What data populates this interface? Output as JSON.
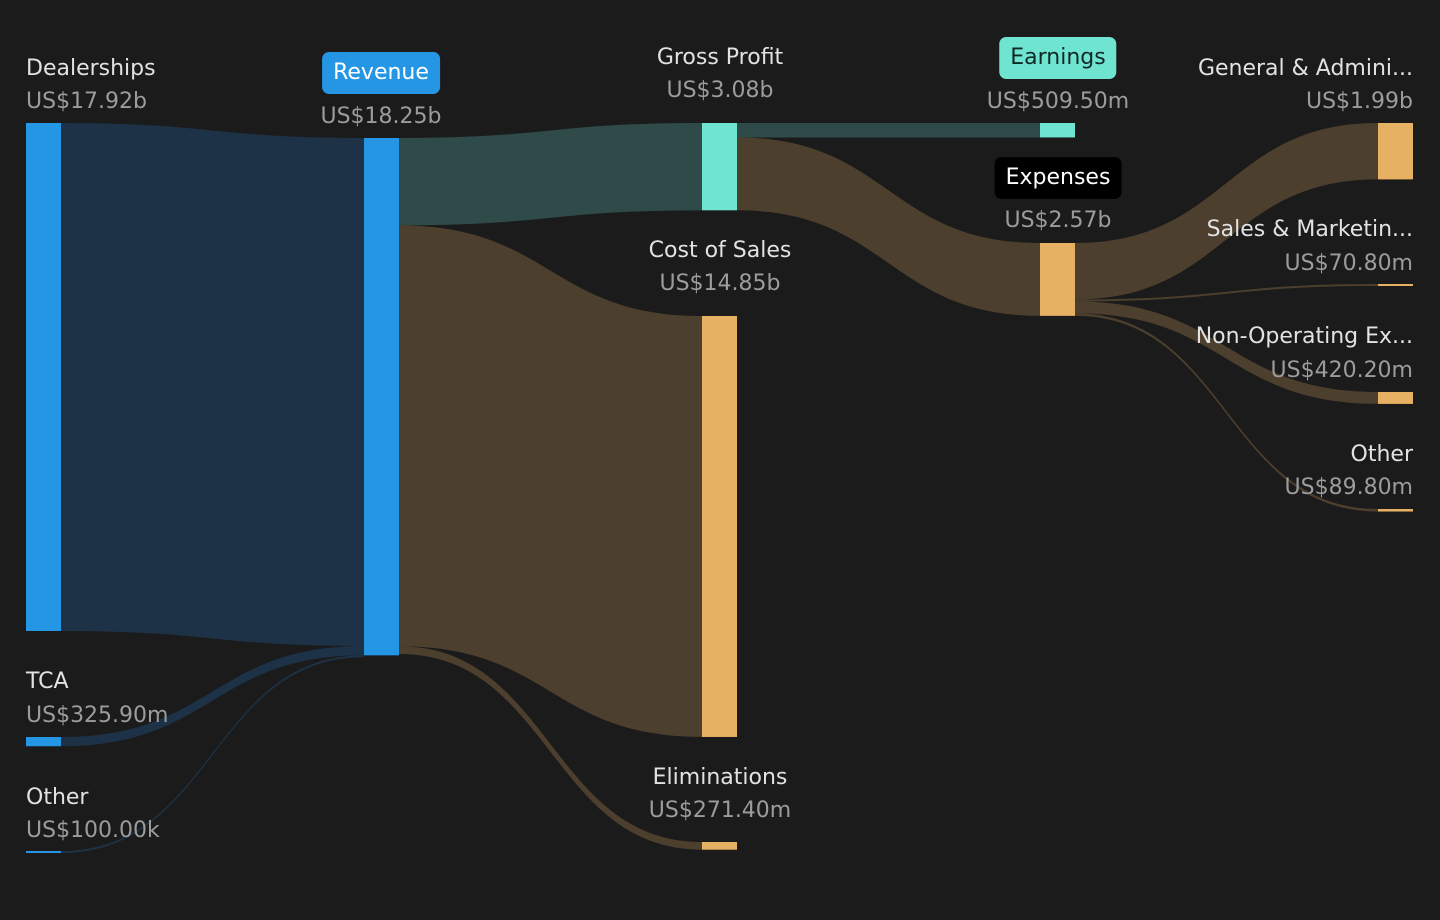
{
  "chart_data": {
    "type": "sankey",
    "colors": {
      "background": "#1b1b1b",
      "revenue": "#2496e4",
      "revenue_link": "#1d3247",
      "profit": "#6fe4d0",
      "profit_link": "#2f4b49",
      "cost": "#e6b162",
      "cost_link": "#4d3f2d",
      "earnings_pill": "#6fe4d0",
      "expenses_pill": "#000000",
      "revenue_pill": "#2496e4"
    },
    "nodes": [
      {
        "id": "dealerships",
        "name": "Dealerships",
        "value": 17920,
        "value_label": "US$17.92b",
        "color": "revenue"
      },
      {
        "id": "tca",
        "name": "TCA",
        "value": 325.9,
        "value_label": "US$325.90m",
        "color": "revenue"
      },
      {
        "id": "other_in",
        "name": "Other",
        "value": 0.1,
        "value_label": "US$100.00k",
        "color": "revenue"
      },
      {
        "id": "revenue",
        "name": "Revenue",
        "value": 18250,
        "value_label": "US$18.25b",
        "color": "revenue",
        "highlight": "revenue_pill"
      },
      {
        "id": "gross_profit",
        "name": "Gross Profit",
        "value": 3080,
        "value_label": "US$3.08b",
        "color": "profit"
      },
      {
        "id": "cost_of_sales",
        "name": "Cost of Sales",
        "value": 14850,
        "value_label": "US$14.85b",
        "color": "cost"
      },
      {
        "id": "eliminations",
        "name": "Eliminations",
        "value": 271.4,
        "value_label": "US$271.40m",
        "color": "cost"
      },
      {
        "id": "earnings",
        "name": "Earnings",
        "value": 509.5,
        "value_label": "US$509.50m",
        "color": "profit",
        "highlight": "earnings_pill"
      },
      {
        "id": "expenses",
        "name": "Expenses",
        "value": 2570,
        "value_label": "US$2.57b",
        "color": "cost",
        "highlight": "expenses_pill"
      },
      {
        "id": "ga",
        "name": "General & Admini...",
        "value": 1990,
        "value_label": "US$1.99b",
        "color": "cost"
      },
      {
        "id": "sm",
        "name": "Sales & Marketin...",
        "value": 70.8,
        "value_label": "US$70.80m",
        "color": "cost"
      },
      {
        "id": "nonop",
        "name": "Non-Operating Ex...",
        "value": 420.2,
        "value_label": "US$420.20m",
        "color": "cost"
      },
      {
        "id": "other_out",
        "name": "Other",
        "value": 89.8,
        "value_label": "US$89.80m",
        "color": "cost"
      }
    ],
    "links": [
      {
        "source": "dealerships",
        "target": "revenue",
        "value": 17920,
        "color": "revenue_link"
      },
      {
        "source": "tca",
        "target": "revenue",
        "value": 325.9,
        "color": "revenue_link"
      },
      {
        "source": "other_in",
        "target": "revenue",
        "value": 0.1,
        "color": "revenue_link"
      },
      {
        "source": "revenue",
        "target": "gross_profit",
        "value": 3080,
        "color": "profit_link"
      },
      {
        "source": "revenue",
        "target": "cost_of_sales",
        "value": 14850,
        "color": "cost_link"
      },
      {
        "source": "revenue",
        "target": "eliminations",
        "value": 271.4,
        "color": "cost_link"
      },
      {
        "source": "gross_profit",
        "target": "earnings",
        "value": 509.5,
        "color": "profit_link"
      },
      {
        "source": "gross_profit",
        "target": "expenses",
        "value": 2570,
        "color": "cost_link"
      },
      {
        "source": "expenses",
        "target": "ga",
        "value": 1990,
        "color": "cost_link"
      },
      {
        "source": "expenses",
        "target": "sm",
        "value": 70.8,
        "color": "cost_link"
      },
      {
        "source": "expenses",
        "target": "nonop",
        "value": 420.2,
        "color": "cost_link"
      },
      {
        "source": "expenses",
        "target": "other_out",
        "value": 89.8,
        "color": "cost_link"
      }
    ]
  }
}
